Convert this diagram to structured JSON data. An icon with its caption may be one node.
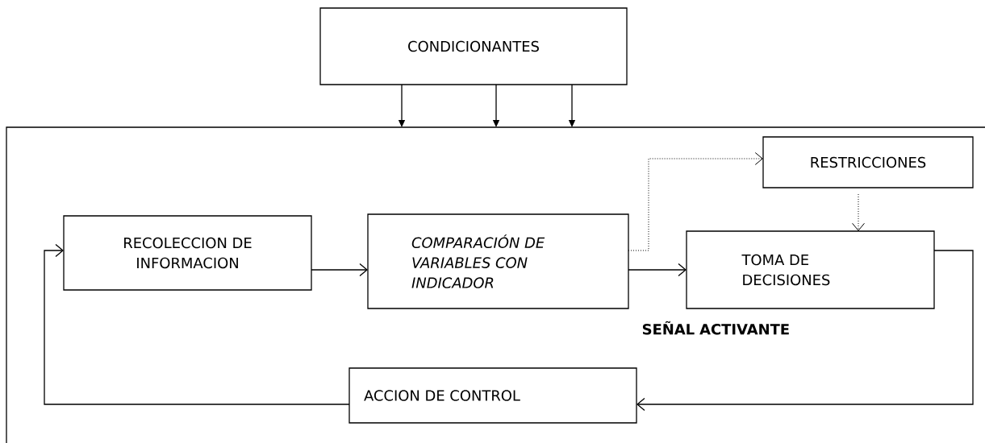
{
  "diagram": {
    "nodes": [
      {
        "text": [
          "CONDICIONANTES"
        ]
      },
      {
        "text": [],
        "shape": "box"
      },
      {
        "text": [
          "RECOLECCION DE INFORMACION"
        ],
        "in": 1
      },
      {
        "text": [
          "COMPARACIÓN DE VARIABLES CON INDICADOR"
        ],
        "in": 1
      },
      {
        "text": [
          "RESTRICCIONES"
        ],
        "in": 1
      },
      {
        "text": [
          "TOMA DE DECISIONES"
        ],
        "in": 1
      },
      {
        "text": [
          "ACCION DE CONTROL"
        ],
        "in": 1
      }
    ],
    "edges": [
      {
        "from": 0,
        "to": 1,
        "arrow": "to"
      },
      {
        "from": 0,
        "to": 1,
        "arrow": "to"
      },
      {
        "from": 0,
        "to": 1,
        "arrow": "to"
      },
      {
        "from": 2,
        "to": 3,
        "arrow": "to"
      },
      {
        "from": 3,
        "to": 4,
        "arrow": "to",
        "style": "dashed"
      },
      {
        "from": 4,
        "to": 5,
        "arrow": "to",
        "style": "dashed"
      },
      {
        "from": 3,
        "to": 5,
        "arrow": "to"
      },
      {
        "from": 5,
        "to": 6,
        "arrow": "to"
      },
      {
        "from": 6,
        "to": 2,
        "arrow": "to"
      }
    ],
    "labels": [
      "SEÑAL ACTIVANTE"
    ]
  }
}
